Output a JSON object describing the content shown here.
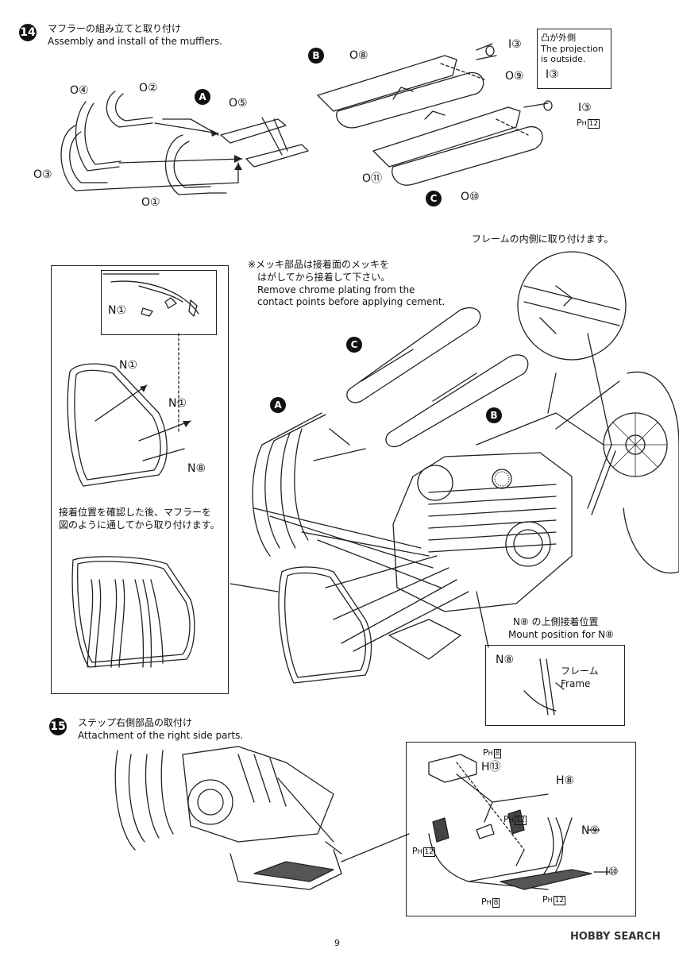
{
  "step14": {
    "number": "14",
    "title_jp": "マフラーの組み立てと取り付け",
    "title_en": "Assembly and install of the mufflers."
  },
  "step15": {
    "number": "15",
    "title_jp": "ステップ右側部品の取付け",
    "title_en": "Attachment of the right side parts."
  },
  "markers": {
    "a": "A",
    "b": "B",
    "c": "C"
  },
  "parts": {
    "o1": "O①",
    "o2": "O②",
    "o3": "O③",
    "o4": "O④",
    "o5": "O⑤",
    "o8": "O⑧",
    "o9": "O⑨",
    "o10": "O⑩",
    "o11": "O⑪",
    "i3": "I③",
    "i10": "I⑩",
    "n1": "N①",
    "n8": "N⑧",
    "n9": "N⑨",
    "h8": "H⑧",
    "h13": "H⑬",
    "ph_prefix": "P",
    "ph_sub": "H",
    "ph12": "12",
    "ph8": "8"
  },
  "notes": {
    "projection_jp": "凸が外側",
    "projection_en1": "The projection",
    "projection_en2": "is outside.",
    "frame_inside_jp": "フレームの内側に取り付けます。",
    "chrome_jp1": "※メッキ部品は接着面のメッキを",
    "chrome_jp2": "はがしてから接着して下さい。",
    "chrome_en1": "Remove chrome plating from the",
    "chrome_en2": "contact points before applying cement.",
    "confirm_jp1": "接着位置を確認した後、マフラーを",
    "confirm_jp2": "図のように通してから取り付けます。",
    "mount_jp": "N⑧ の上側接着位置",
    "mount_en": "Mount position for N⑧",
    "frame_jp": "フレーム",
    "frame_en": "Frame"
  },
  "footer": {
    "page_number": "9",
    "watermark": "HOBBY SEARCH"
  }
}
